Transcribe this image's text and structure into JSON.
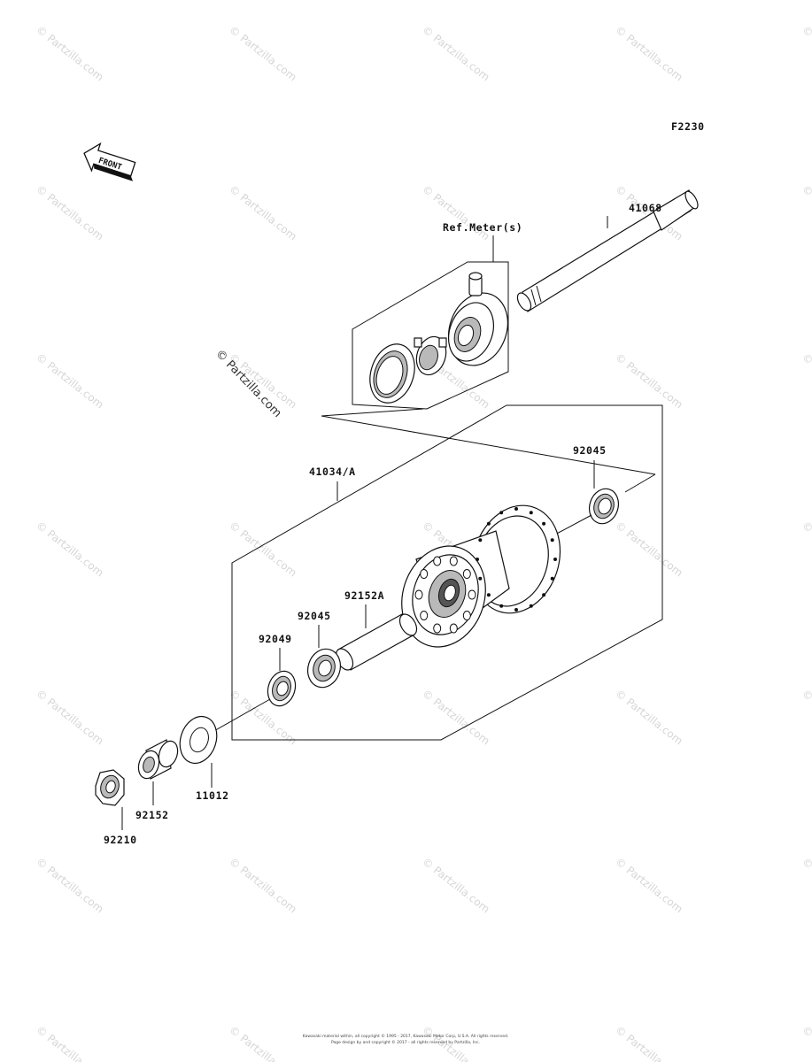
{
  "diagram_code": "F2230",
  "front_label": "FRONT",
  "reference_label": "Ref.Meter(s)",
  "watermark": "© Partzilla.com",
  "parts": {
    "axle": "41068",
    "hub_assembly": "41034/A",
    "bearing_right": "92045",
    "bearing_left": "92045",
    "spacer_long": "92152A",
    "oil_seal": "92049",
    "collar_plate": "11012",
    "collar": "92152",
    "nut": "92210"
  },
  "footer_line1": "Kawasaki material within, all copyright © 1995 - 2017, Kawasaki Motor Corp, U.S.A. All rights reserved.",
  "footer_line2": "Page design by and copyright © 2017 - all rights reserved by Partzilla, Inc."
}
